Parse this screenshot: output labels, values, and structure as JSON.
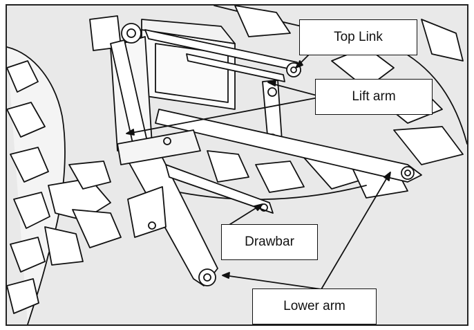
{
  "labels": {
    "top_link": "Top Link",
    "lift_arm": "Lift arm",
    "drawbar": "Drawbar",
    "lower_arm": "Lower arm"
  },
  "colors": {
    "background": "#e9e9e9",
    "line": "#111111",
    "label_box": "#ffffff"
  }
}
